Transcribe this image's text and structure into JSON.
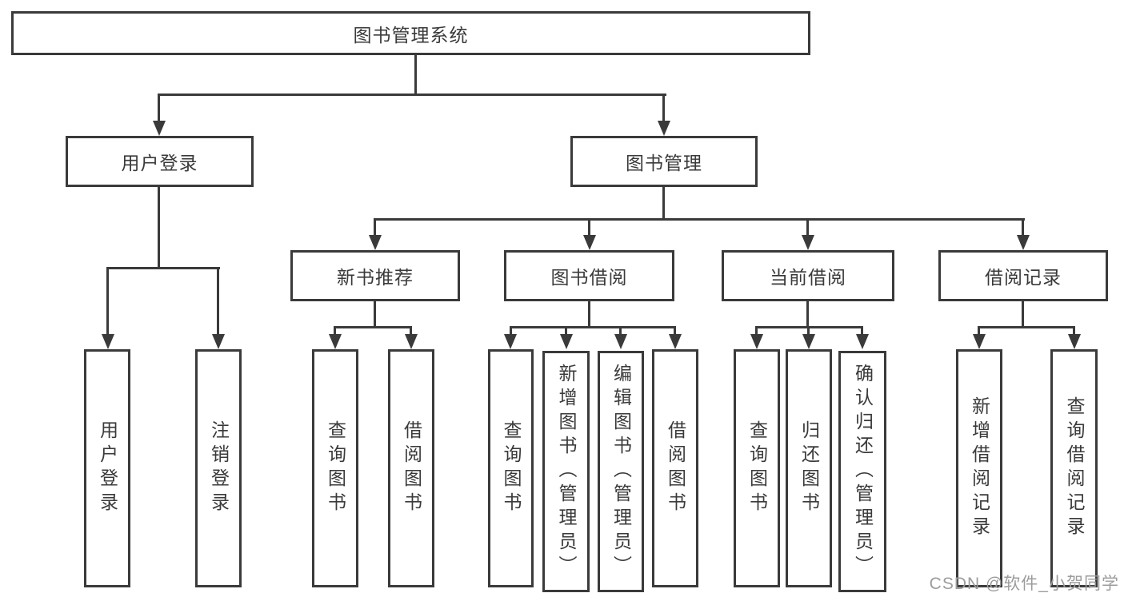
{
  "diagram_title": "图书管理系统",
  "tree": {
    "label": "图书管理系统",
    "children": [
      {
        "label": "用户登录",
        "children": [
          {
            "label": "用户登录"
          },
          {
            "label": "注销登录"
          }
        ]
      },
      {
        "label": "图书管理",
        "children": [
          {
            "label": "新书推荐",
            "children": [
              {
                "label": "查询图书"
              },
              {
                "label": "借阅图书"
              }
            ]
          },
          {
            "label": "图书借阅",
            "children": [
              {
                "label": "查询图书"
              },
              {
                "label": "新增图书（管理员）"
              },
              {
                "label": "编辑图书（管理员）"
              },
              {
                "label": "借阅图书"
              }
            ]
          },
          {
            "label": "当前借阅",
            "children": [
              {
                "label": "查询图书"
              },
              {
                "label": "归还图书"
              },
              {
                "label": "确认归还（管理员）"
              }
            ]
          },
          {
            "label": "借阅记录",
            "children": [
              {
                "label": "新增借阅记录"
              },
              {
                "label": "查询借阅记录"
              }
            ]
          }
        ]
      }
    ]
  },
  "watermark": "CSDN @软件_小贺同学",
  "colors": {
    "line": "#3a3a3a",
    "text": "#3a3a3a",
    "box_background": "#ffffff",
    "page_background": "#ffffff",
    "watermark": "#9c9c9c"
  }
}
